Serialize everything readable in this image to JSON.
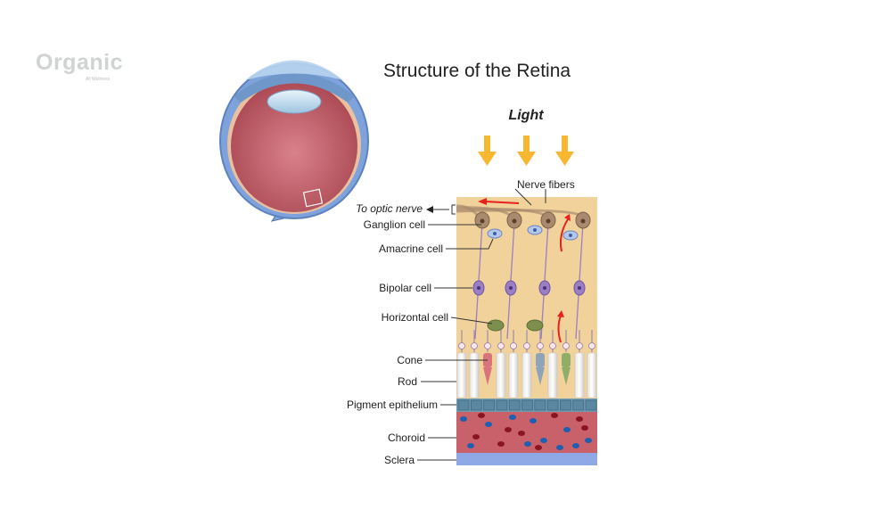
{
  "logo": {
    "text": "Organic",
    "subtext": "All Wellness"
  },
  "title": "Structure of the Retina",
  "light_label": "Light",
  "labels": {
    "nerve_fibers": "Nerve fibers",
    "to_optic_nerve": "To optic nerve",
    "ganglion_cell": "Ganglion cell",
    "amacrine_cell": "Amacrine cell",
    "bipolar_cell": "Bipolar cell",
    "horizontal_cell": "Horizontal cell",
    "cone": "Cone",
    "rod": "Rod",
    "pigment_epithelium": "Pigment epithelium",
    "choroid": "Choroid",
    "sclera": "Sclera"
  },
  "colors": {
    "retina_bg": "#f2d29b",
    "choroid": "#c9616a",
    "sclera": "#8fa9e6",
    "pigment": "#6f9bb3",
    "arrow": "#f7b731",
    "signal": "#e8211d",
    "neuron": "#9b7fc4",
    "ganglion": "#a88a6e",
    "horizontal": "#7c8f4d"
  }
}
